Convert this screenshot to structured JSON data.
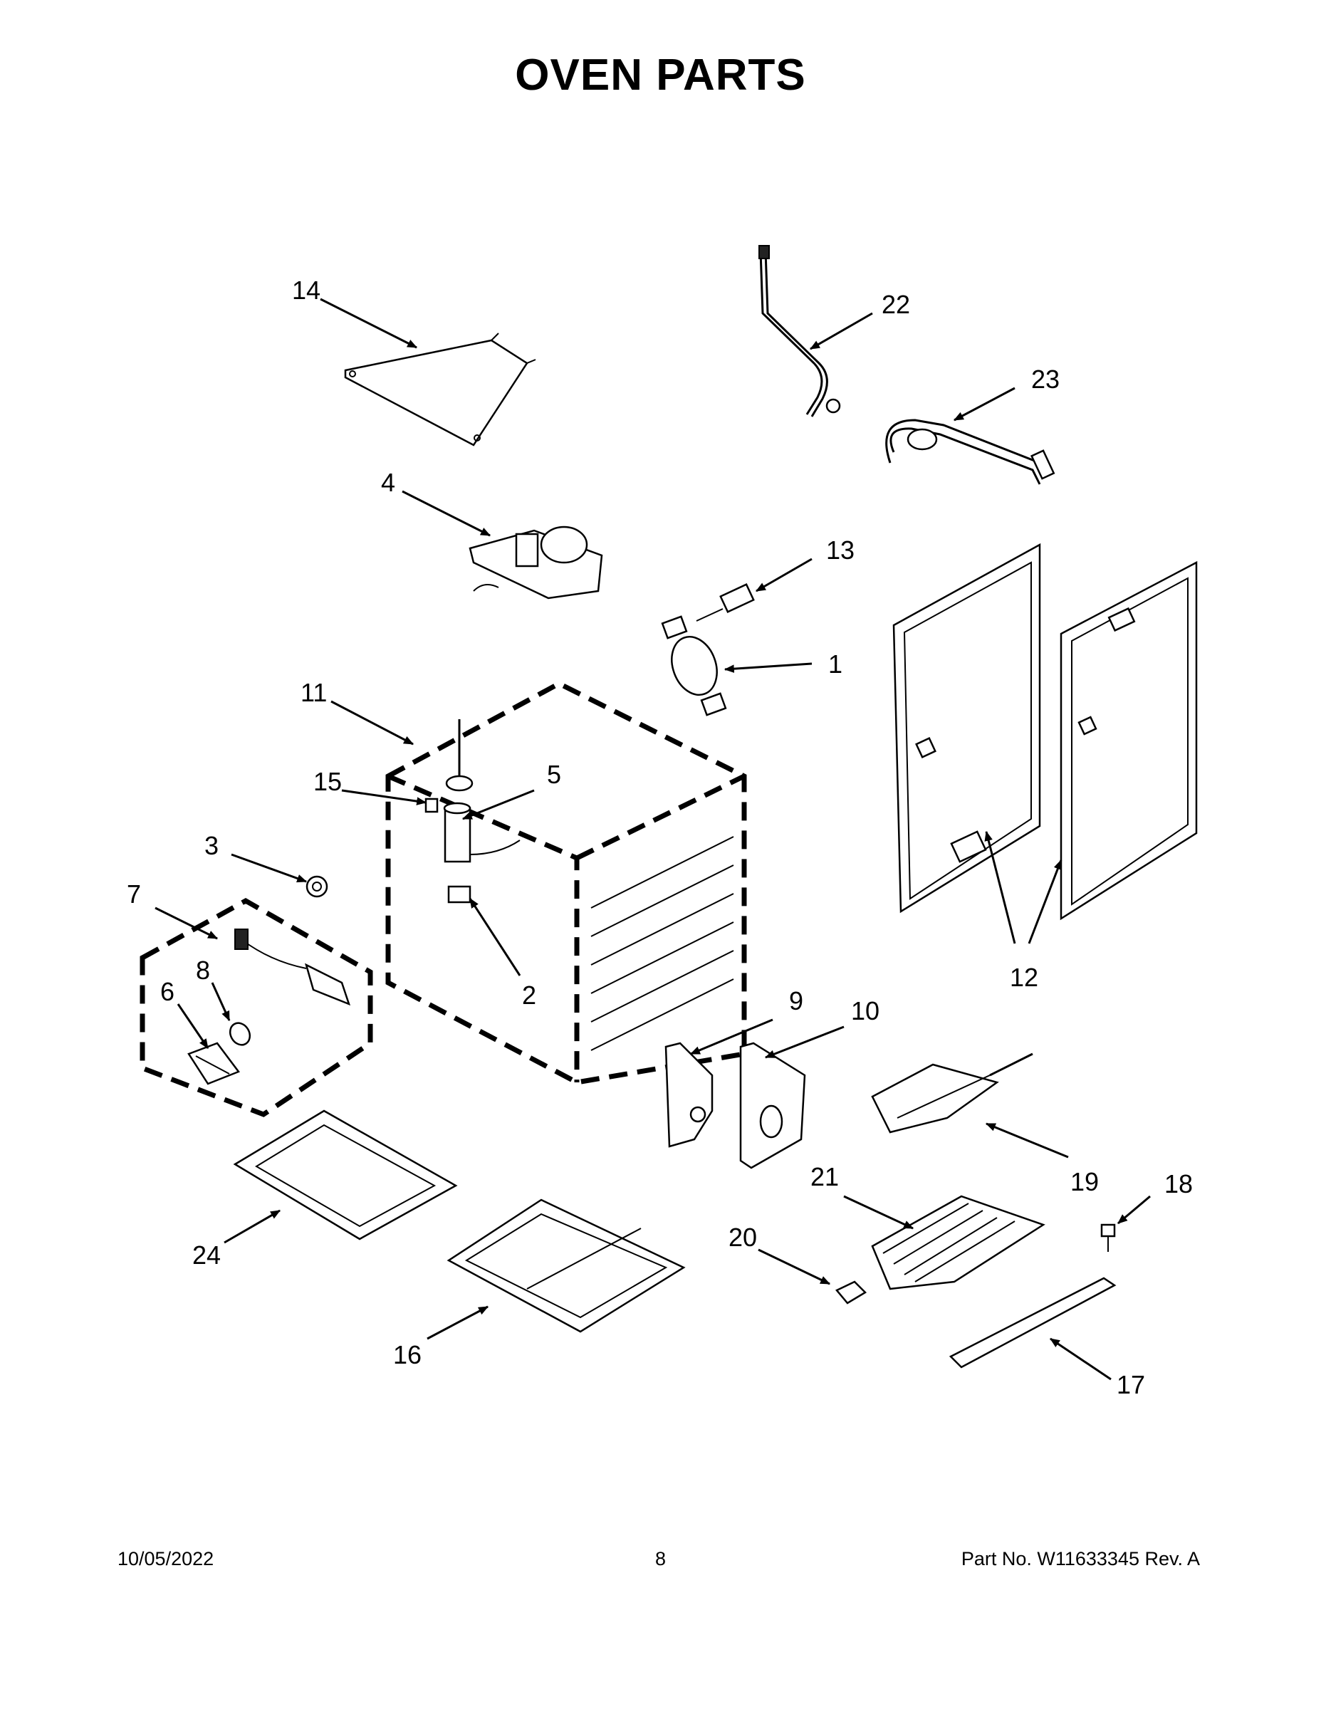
{
  "title": "OVEN PARTS",
  "callouts": [
    "1",
    "2",
    "3",
    "4",
    "5",
    "6",
    "7",
    "8",
    "9",
    "10",
    "11",
    "12",
    "13",
    "14",
    "15",
    "16",
    "17",
    "18",
    "19",
    "20",
    "21",
    "22",
    "23",
    "24"
  ],
  "footer": {
    "date": "10/05/2022",
    "page": "8",
    "part_no": "Part No.  W11633345  Rev.  A"
  }
}
